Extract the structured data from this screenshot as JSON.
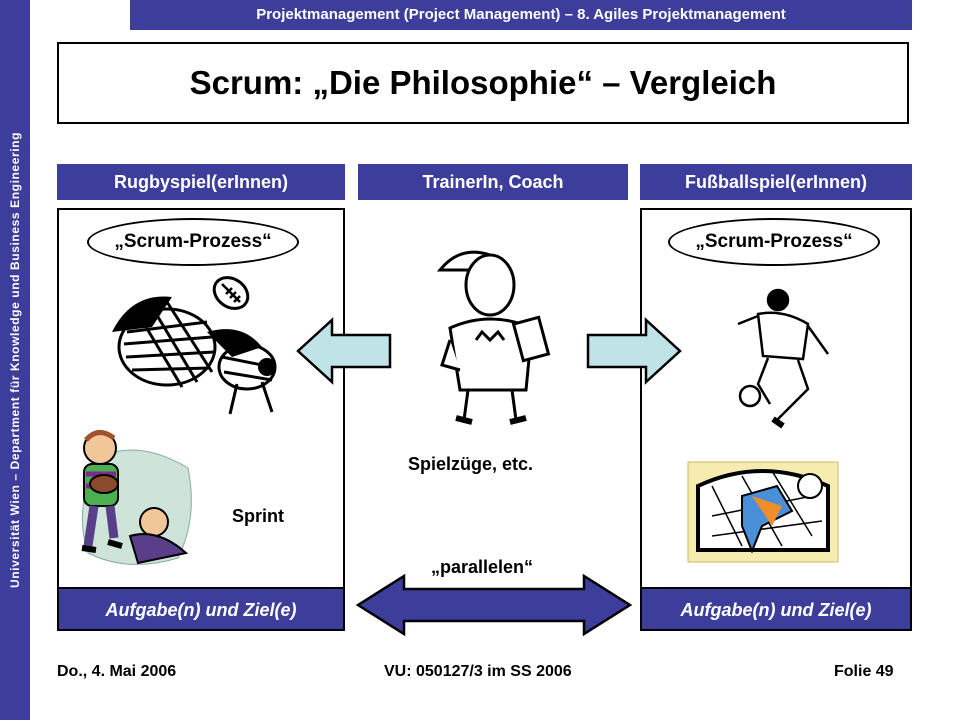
{
  "header": {
    "course": "Projektmanagement  (Project Management)  – 8. Agiles Projektmanagement",
    "sidebar": "Universität Wien – Department für Knowledge und Business Engineering"
  },
  "slide": {
    "title": "Scrum: „Die Philosophie“ – Vergleich",
    "columns": {
      "rugby": {
        "header": "Rugbyspiel(erInnen)",
        "process": "„Scrum-Prozess“",
        "sprint": "Sprint",
        "footer": "Aufgabe(n) und Ziel(e)"
      },
      "coach": {
        "header": "TrainerIn, Coach",
        "moves": "Spielzüge, etc.",
        "parallel": "„parallelen“"
      },
      "soccer": {
        "header": "Fußballspiel(erInnen)",
        "process": "„Scrum-Prozess“",
        "footer": "Aufgabe(n) und Ziel(e)"
      }
    }
  },
  "footer": {
    "date": "Do., 4. Mai 2006",
    "course_id": "VU: 050127/3 im SS 2006",
    "page": "Folie 49"
  },
  "colors": {
    "brand": "#3d3d9b",
    "arrow_fill": "#bfe3e7",
    "double_arrow": "#3d3d9b"
  },
  "icons": [
    "rugby-players-clipart",
    "coach-clipart",
    "soccer-player-clipart",
    "soccer-goal-clipart",
    "rugby-ball-icon",
    "left-arrow-icon",
    "right-arrow-icon",
    "double-arrow-icon"
  ]
}
